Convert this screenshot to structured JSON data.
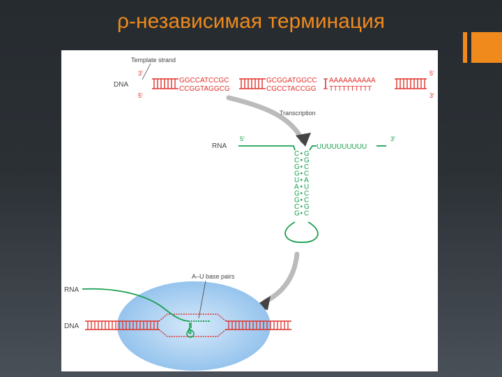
{
  "slide": {
    "title": "ρ-независимая терминация"
  },
  "figure": {
    "labels": {
      "template_strand": "Template strand",
      "dna_top": "DNA",
      "transcription": "Transcription",
      "rna_mid": "RNA",
      "au_pairs": "A–U base pairs",
      "rna_bottom": "RNA",
      "dna_bottom": "DNA"
    },
    "dna": {
      "top_left_end": "3′",
      "bottom_left_end": "5′",
      "top_right_end": "5′",
      "bottom_right_end": "3′",
      "seg1_top": "GGCCATCCGC",
      "seg1_bottom": "CCGGTAGGCG",
      "seg2_top": "GCGGATGGCC",
      "seg2_bottom": "CGCCTACCGG",
      "seg3_top": "AAAAAAAAAA",
      "seg3_bottom": "TTTTTTTTTT"
    },
    "rna": {
      "five_prime": "5′",
      "three_prime": "3′",
      "poly_u": "UUUUUUUUUU",
      "stem_pairs": [
        "C-G",
        "C-G",
        "G-C",
        "G-C",
        "U-A",
        "A-U",
        "G-C",
        "G-C",
        "C-G",
        "G-C"
      ]
    },
    "colors": {
      "dna": "#e0302a",
      "rna": "#1aa050",
      "polymerase": "#8fc0ec",
      "arrow": "#555555",
      "accent": "#f08a1d"
    }
  }
}
